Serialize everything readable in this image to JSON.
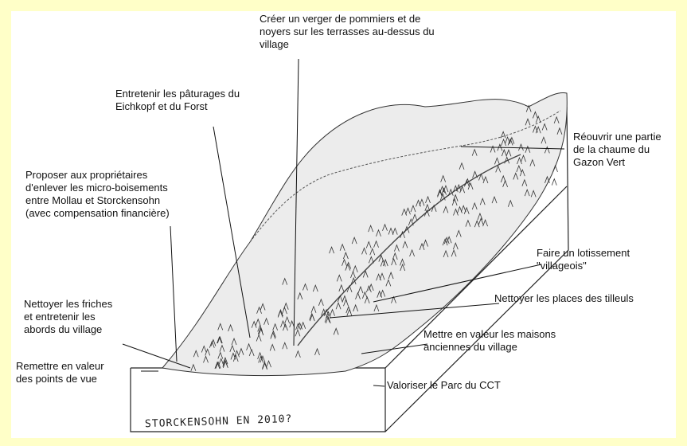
{
  "annotations": {
    "verger": [
      "Créer un verger de pommiers et de",
      "noyers sur les terrasses au-dessus du",
      "village"
    ],
    "paturages": [
      "Entretenir les pâturages du",
      "Eichkopf et du Forst"
    ],
    "chaume": [
      "Réouvrir une partie",
      "de la chaume du",
      "Gazon Vert"
    ],
    "proprietaires": [
      "Proposer aux propriétaires",
      "d'enlever les micro-boisements",
      "entre Mollau et Storckensohn",
      "(avec compensation financière)"
    ],
    "lotissement": [
      "Faire un lotissement",
      "\"villageois\""
    ],
    "tilleuls": [
      "Nettoyer les places des tilleuls"
    ],
    "friches": [
      "Nettoyer les friches",
      "et entretenir les",
      "abords du village"
    ],
    "maisons": [
      "Mettre en valeur les maisons",
      "anciennes du village"
    ],
    "points_vue": [
      "Remettre en valeur",
      "des points de vue"
    ],
    "parc": [
      "Valoriser le Parc du CCT"
    ]
  },
  "caption": "STORCKENSOHN EN 2010?"
}
